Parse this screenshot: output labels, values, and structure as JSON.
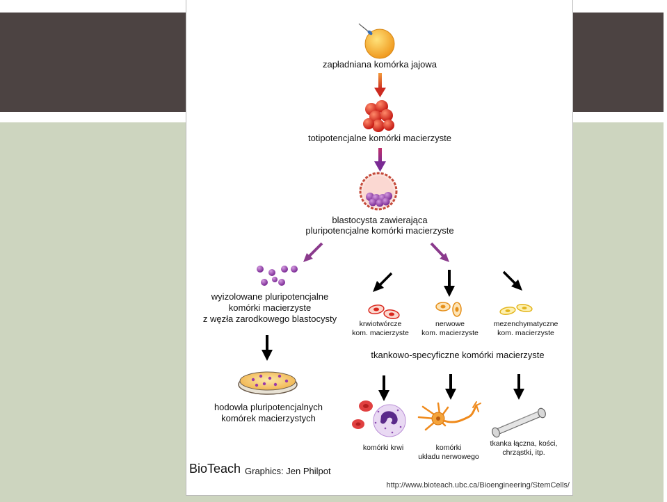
{
  "labels": {
    "fertilized_egg": "zapładniana komórka jajowa",
    "totipotent": "totipotencjalne komórki macierzyste",
    "blastocyst_line1": "blastocysta zawierająca",
    "blastocyst_line2": "pluripotencjalne komórki macierzyste",
    "isolated_line1": "wyizolowane pluripotencjalne",
    "isolated_line2": "komórki macierzyste",
    "isolated_line3": "z węzła zarodkowego blastocysty",
    "culture_line1": "hodowla pluripotencjalnych",
    "culture_line2": "komórek macierzystych",
    "hematopoietic_line1": "krwiotwórcze",
    "hematopoietic_line2": "kom. macierzyste",
    "neural_line1": "nerwowe",
    "neural_line2": "kom. macierzyste",
    "mesenchymal_line1": "mezenchymatyczne",
    "mesenchymal_line2": "kom. macierzyste",
    "tissue_specific": "tkankowo-specyficzne komórki macierzyste",
    "blood_cells": "komórki krwi",
    "nerve_line1": "komórki",
    "nerve_line2": "układu nerwowego",
    "connective_line1": "tkanka łączna, kości,",
    "connective_line2": "chrząstki, itp."
  },
  "footer": {
    "brand": "BioTeach",
    "credit": "Graphics: Jen Philpot",
    "url": "http://www.bioteach.ubc.ca/Bioengineering/StemCells/"
  },
  "colors": {
    "band_dark": "#4c4342",
    "band_sage": "#cdd5bf",
    "arrow_orange": "#e0602a",
    "arrow_purple": "#8a3a8c",
    "cell_red": "#d9261c",
    "cell_purple": "#8e3aa7",
    "egg_yellow": "#f2a52a"
  }
}
